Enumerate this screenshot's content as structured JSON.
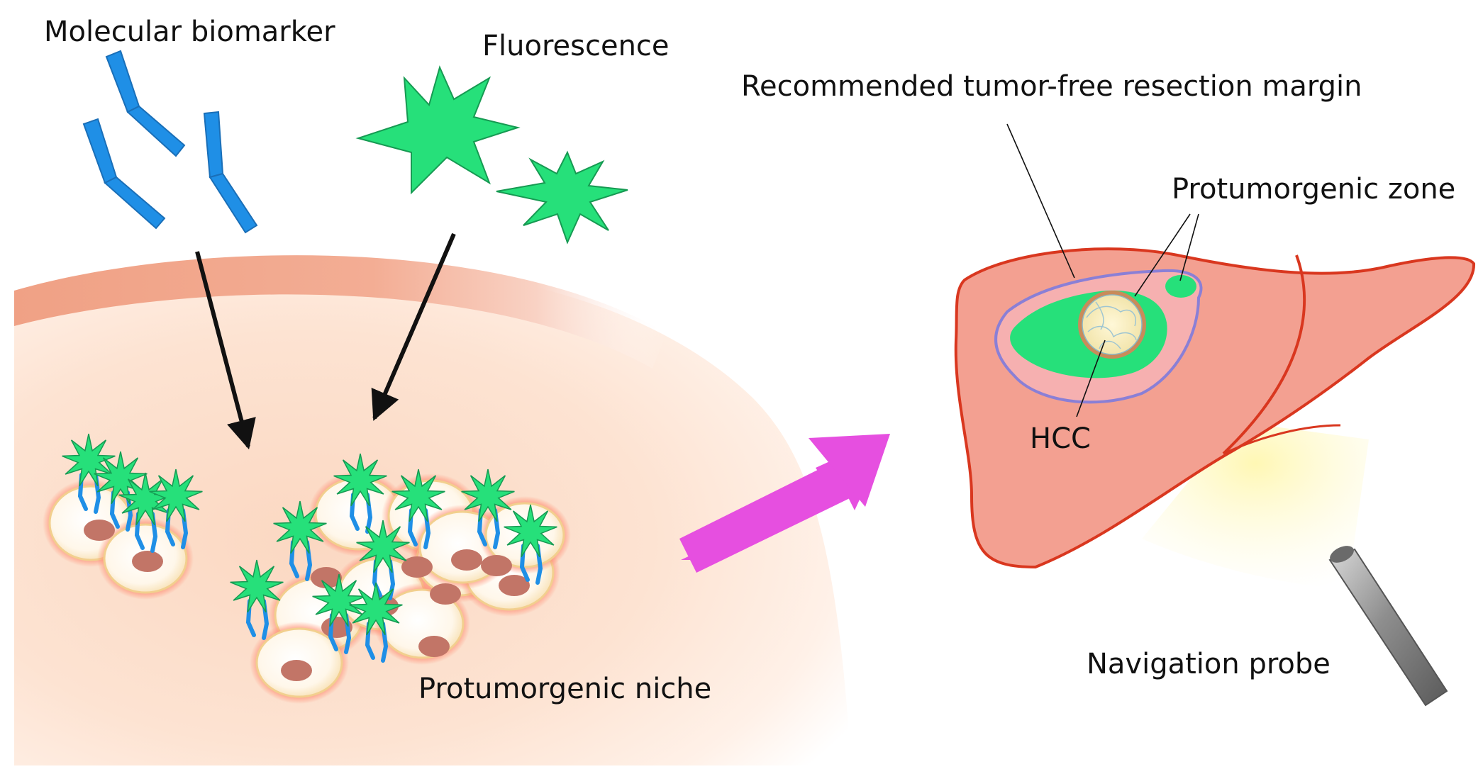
{
  "labels": {
    "molecular_biomarker": "Molecular biomarker",
    "fluorescence": "Fluorescence",
    "protumorgenic_niche": "Protumorgenic niche",
    "recommended_margin": "Recommended  tumor-free resection margin",
    "protumorgenic_zone": "Protumorgenic zone",
    "hcc": "HCC",
    "navigation_probe": "Navigation probe"
  },
  "colors": {
    "antibody": "#1f8fe6",
    "fluorophore": "#26e07a",
    "tissue": "#f7c3a6",
    "vessel_wall": "#f0a185",
    "liver_fill": "#f3a091",
    "liver_outline": "#d9371f",
    "margin_outline": "#8a7fd6",
    "big_arrow": "#e64fe0",
    "probe_light": "#fff7b0",
    "probe_handle": "#8a8a8a"
  },
  "icons": {
    "antibody": "antibody-y-icon",
    "fluorophore": "fluorescent-star-icon",
    "cell": "cell-with-nucleus-icon",
    "liver": "liver-organ-icon",
    "probe": "navigation-probe-icon"
  }
}
